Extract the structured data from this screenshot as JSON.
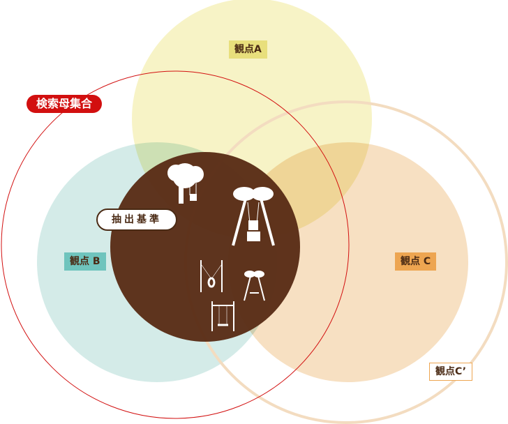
{
  "labels": {
    "viewpoint_a": "観点A",
    "viewpoint_b": "観点 B",
    "viewpoint_c": "観点 C",
    "viewpoint_c_prime": "観点C’",
    "search_population": "検索母集合",
    "extraction_criteria": "抽出基準"
  },
  "colors": {
    "viewpoint_a": "#f7f3c6",
    "viewpoint_b": "#d4ebe8",
    "viewpoint_c": "#f7e0c2",
    "viewpoint_c_prime_outline": "#f3dcc0",
    "search_population_outline": "#d20f0f",
    "extraction_criteria": "#5a2d17"
  },
  "icons": [
    "tree-swing-icon",
    "palm-tree-swing-large-icon",
    "tire-swing-icon",
    "palm-tree-swing-small-icon",
    "swing-set-icon"
  ]
}
